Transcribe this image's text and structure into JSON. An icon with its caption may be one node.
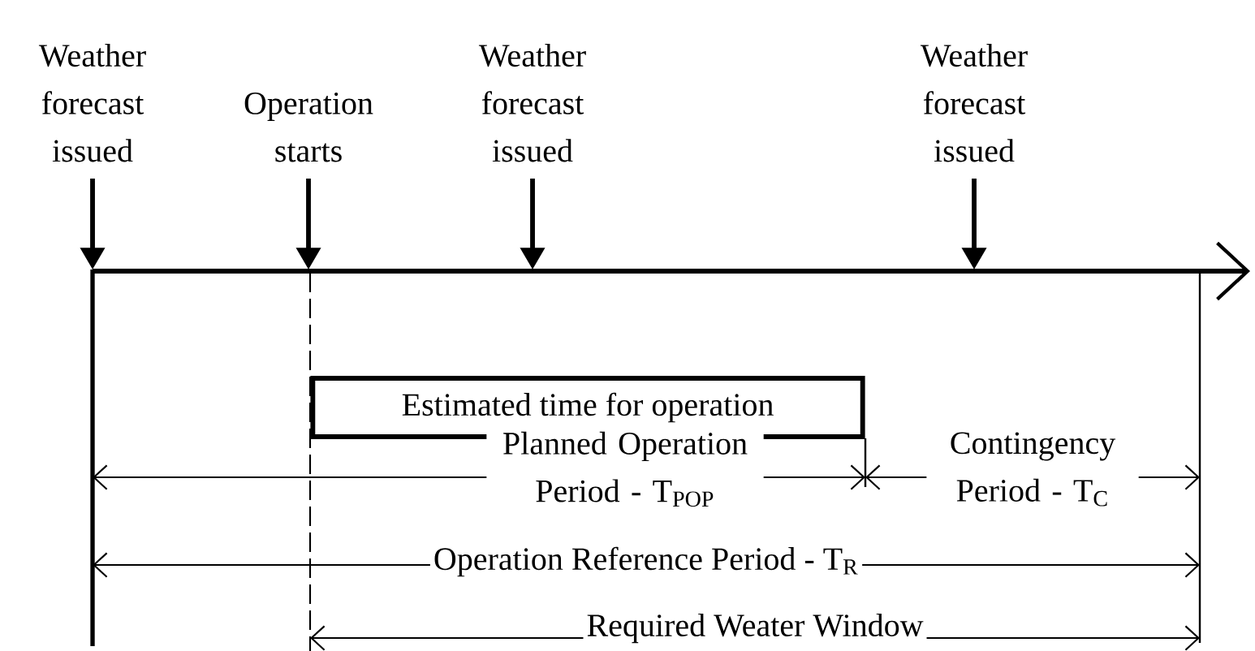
{
  "diagram": {
    "nodes": [
      {
        "text": [
          "Weather forecast issued"
        ]
      },
      {
        "text": [
          "Operation starts"
        ]
      },
      {
        "text": [
          "Weather forecast issued"
        ]
      },
      {
        "text": [
          "Weather forecast issued"
        ]
      },
      {
        "text": [
          "Estimated time for operation"
        ]
      }
    ],
    "edges": [
      {
        "from": 0,
        "to": null,
        "arrow": "to"
      },
      {
        "from": 1,
        "to": null,
        "arrow": "to"
      },
      {
        "from": 2,
        "to": null,
        "arrow": "to"
      },
      {
        "from": 3,
        "to": null,
        "arrow": "to"
      }
    ],
    "labels": [
      "Planned Operation Period - T$_{POP}$",
      "Contingency Period - T$_{C}$",
      "Operation Reference Period - T$_{R}$",
      "Required Weater Window"
    ]
  }
}
